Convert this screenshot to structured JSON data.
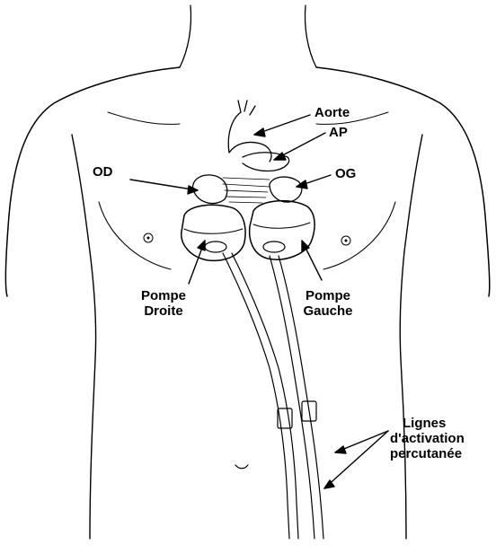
{
  "labels": {
    "aorte": "Aorte",
    "ap": "AP",
    "od": "OD",
    "og": "OG",
    "pompe_droite_1": "Pompe",
    "pompe_droite_2": "Droite",
    "pompe_gauche_1": "Pompe",
    "pompe_gauche_2": "Gauche",
    "lignes_1": "Lignes",
    "lignes_2": "d'activation",
    "lignes_3": "percutanée"
  },
  "colors": {
    "line": "#000000",
    "background": "#ffffff"
  }
}
